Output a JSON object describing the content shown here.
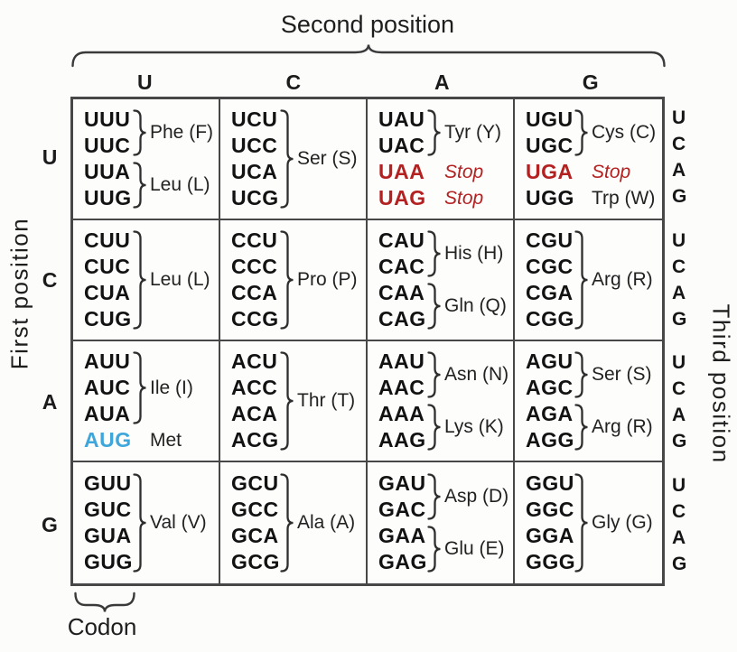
{
  "title": "Second position",
  "axis_labels": {
    "left": "First position",
    "right": "Third position",
    "bottom": "Codon"
  },
  "second_position": [
    "U",
    "C",
    "A",
    "G"
  ],
  "first_position": [
    "U",
    "C",
    "A",
    "G"
  ],
  "third_position": [
    "U",
    "C",
    "A",
    "G"
  ],
  "colors": {
    "stop_red": "#b32121",
    "start_blue": "#3ea6da"
  },
  "cells": [
    {
      "row": "U",
      "col": "U",
      "groups": [
        {
          "codons": [
            "UUU",
            "UUC"
          ],
          "brace": true,
          "label": "Phe (F)"
        },
        {
          "codons": [
            "UUA",
            "UUG"
          ],
          "brace": true,
          "label": "Leu (L)"
        }
      ]
    },
    {
      "row": "U",
      "col": "C",
      "groups": [
        {
          "codons": [
            "UCU",
            "UCC",
            "UCA",
            "UCG"
          ],
          "brace": true,
          "label": "Ser (S)"
        }
      ]
    },
    {
      "row": "U",
      "col": "A",
      "groups": [
        {
          "codons": [
            "UAU",
            "UAC"
          ],
          "brace": true,
          "label": "Tyr (Y)"
        },
        {
          "codons": [
            "UAA"
          ],
          "brace": false,
          "label": "Stop",
          "codon_color": "stop",
          "label_color": "stop",
          "label_italic": true
        },
        {
          "codons": [
            "UAG"
          ],
          "brace": false,
          "label": "Stop",
          "codon_color": "stop",
          "label_color": "stop",
          "label_italic": true
        }
      ]
    },
    {
      "row": "U",
      "col": "G",
      "groups": [
        {
          "codons": [
            "UGU",
            "UGC"
          ],
          "brace": true,
          "label": "Cys (C)"
        },
        {
          "codons": [
            "UGA"
          ],
          "brace": false,
          "label": "Stop",
          "codon_color": "stop",
          "label_color": "stop",
          "label_italic": true
        },
        {
          "codons": [
            "UGG"
          ],
          "brace": false,
          "label": "Trp (W)"
        }
      ]
    },
    {
      "row": "C",
      "col": "U",
      "groups": [
        {
          "codons": [
            "CUU",
            "CUC",
            "CUA",
            "CUG"
          ],
          "brace": true,
          "label": "Leu (L)"
        }
      ]
    },
    {
      "row": "C",
      "col": "C",
      "groups": [
        {
          "codons": [
            "CCU",
            "CCC",
            "CCA",
            "CCG"
          ],
          "brace": true,
          "label": "Pro (P)"
        }
      ]
    },
    {
      "row": "C",
      "col": "A",
      "groups": [
        {
          "codons": [
            "CAU",
            "CAC"
          ],
          "brace": true,
          "label": "His (H)"
        },
        {
          "codons": [
            "CAA",
            "CAG"
          ],
          "brace": true,
          "label": "Gln (Q)"
        }
      ]
    },
    {
      "row": "C",
      "col": "G",
      "groups": [
        {
          "codons": [
            "CGU",
            "CGC",
            "CGA",
            "CGG"
          ],
          "brace": true,
          "label": "Arg (R)"
        }
      ]
    },
    {
      "row": "A",
      "col": "U",
      "groups": [
        {
          "codons": [
            "AUU",
            "AUC",
            "AUA"
          ],
          "brace": true,
          "label": "Ile (I)"
        },
        {
          "codons": [
            "AUG"
          ],
          "brace": false,
          "label": "Met",
          "codon_color": "start"
        }
      ]
    },
    {
      "row": "A",
      "col": "C",
      "groups": [
        {
          "codons": [
            "ACU",
            "ACC",
            "ACA",
            "ACG"
          ],
          "brace": true,
          "label": "Thr (T)"
        }
      ]
    },
    {
      "row": "A",
      "col": "A",
      "groups": [
        {
          "codons": [
            "AAU",
            "AAC"
          ],
          "brace": true,
          "label": "Asn (N)"
        },
        {
          "codons": [
            "AAA",
            "AAG"
          ],
          "brace": true,
          "label": "Lys (K)"
        }
      ]
    },
    {
      "row": "A",
      "col": "G",
      "groups": [
        {
          "codons": [
            "AGU",
            "AGC"
          ],
          "brace": true,
          "label": "Ser (S)"
        },
        {
          "codons": [
            "AGA",
            "AGG"
          ],
          "brace": true,
          "label": "Arg (R)"
        }
      ]
    },
    {
      "row": "G",
      "col": "U",
      "groups": [
        {
          "codons": [
            "GUU",
            "GUC",
            "GUA",
            "GUG"
          ],
          "brace": true,
          "label": "Val (V)"
        }
      ]
    },
    {
      "row": "G",
      "col": "C",
      "groups": [
        {
          "codons": [
            "GCU",
            "GCC",
            "GCA",
            "GCG"
          ],
          "brace": true,
          "label": "Ala (A)"
        }
      ]
    },
    {
      "row": "G",
      "col": "A",
      "groups": [
        {
          "codons": [
            "GAU",
            "GAC"
          ],
          "brace": true,
          "label": "Asp (D)"
        },
        {
          "codons": [
            "GAA",
            "GAG"
          ],
          "brace": true,
          "label": "Glu (E)"
        }
      ]
    },
    {
      "row": "G",
      "col": "G",
      "groups": [
        {
          "codons": [
            "GGU",
            "GGC",
            "GGA",
            "GGG"
          ],
          "brace": true,
          "label": "Gly (G)"
        }
      ]
    }
  ]
}
